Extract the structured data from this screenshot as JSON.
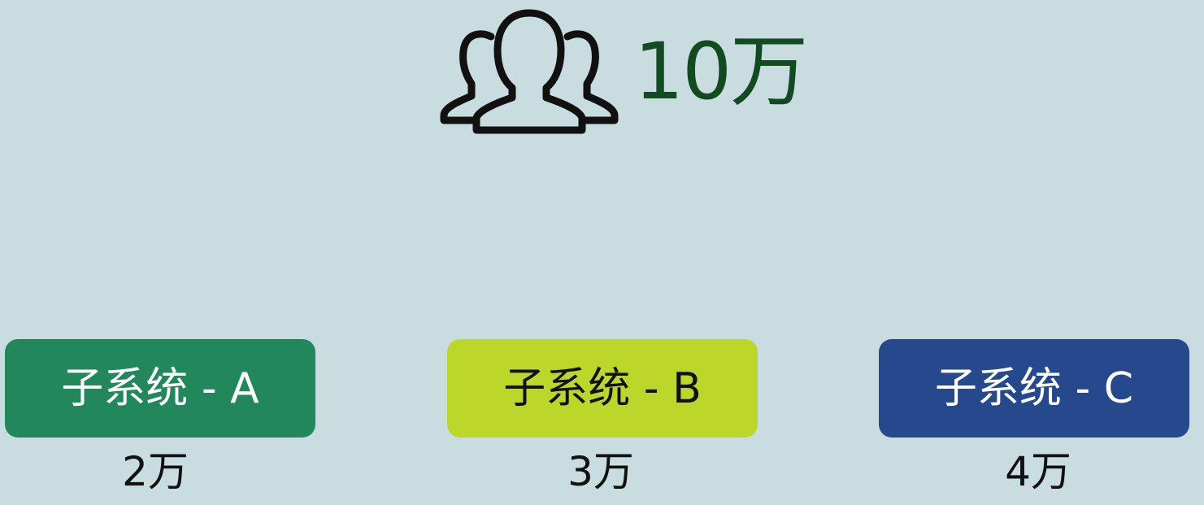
{
  "header": {
    "icon": "users-group-icon",
    "total_label": "10万",
    "total_color": "#124a22"
  },
  "subsystems": [
    {
      "label": "子系统 - A",
      "count": "2万",
      "color": "#23875c",
      "text_color": "#ffffff"
    },
    {
      "label": "子系统 - B",
      "count": "3万",
      "color": "#bcd62a",
      "text_color": "#111111"
    },
    {
      "label": "子系统 - C",
      "count": "4万",
      "color": "#26488c",
      "text_color": "#ffffff"
    }
  ]
}
